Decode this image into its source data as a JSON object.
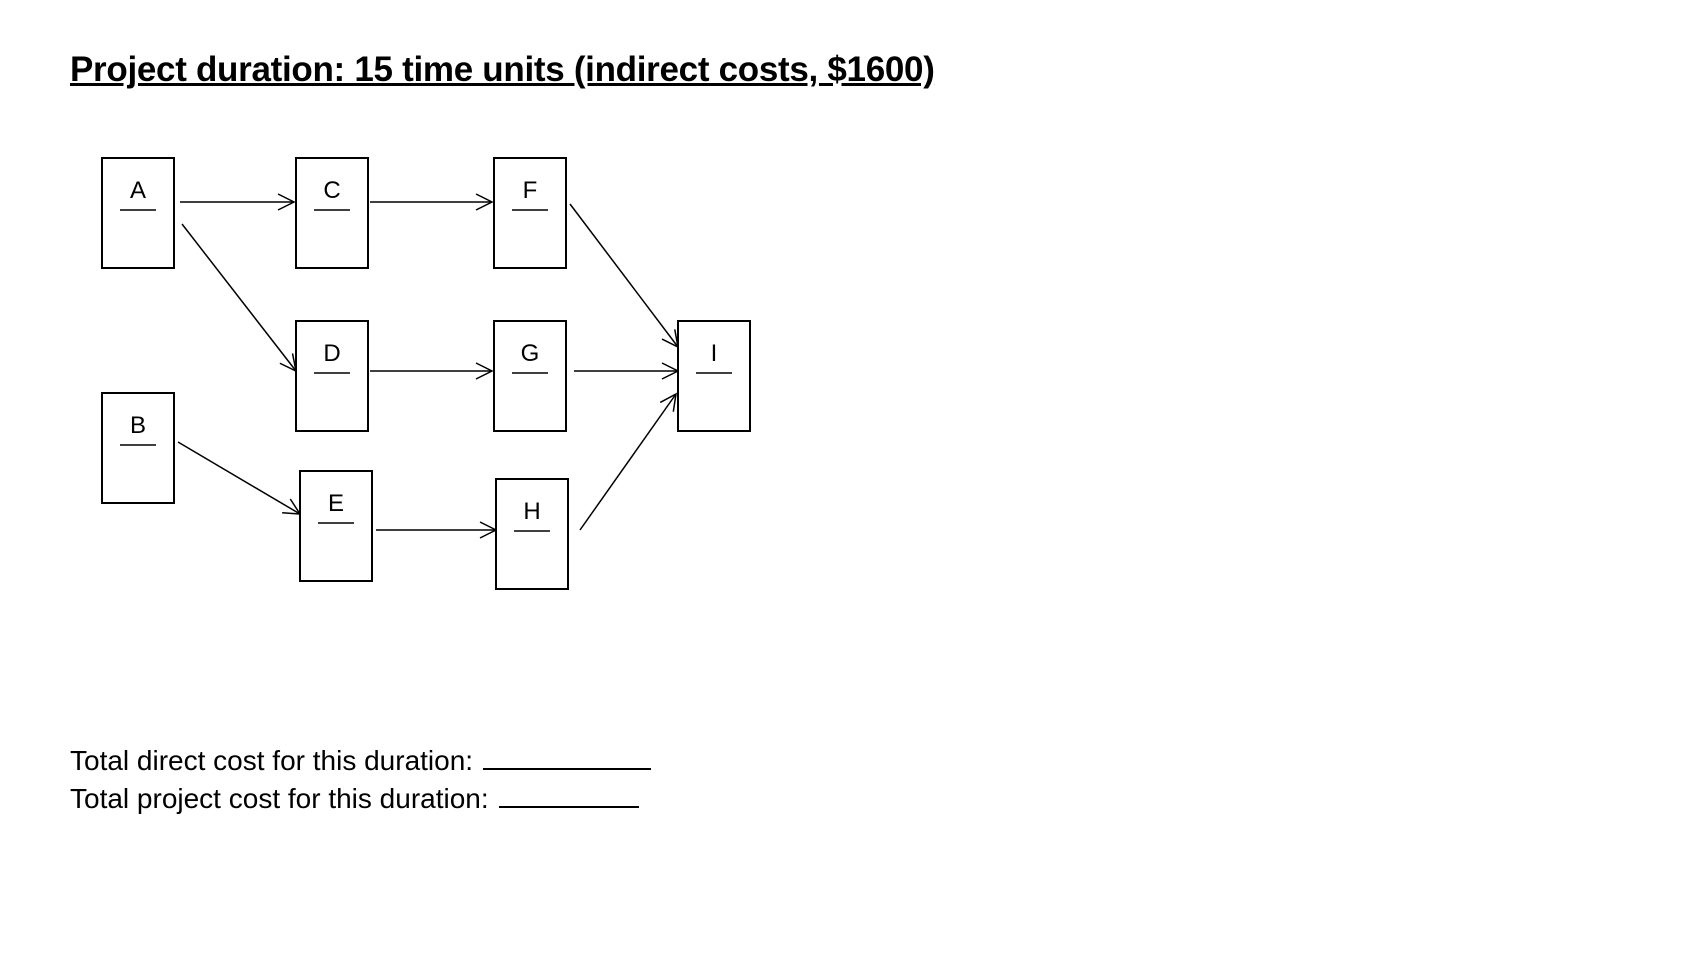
{
  "title": "Project duration: 15 time units (indirect costs, $1600)",
  "diagram": {
    "nodes": [
      {
        "id": "A",
        "label": "A"
      },
      {
        "id": "B",
        "label": "B"
      },
      {
        "id": "C",
        "label": "C"
      },
      {
        "id": "D",
        "label": "D"
      },
      {
        "id": "E",
        "label": "E"
      },
      {
        "id": "F",
        "label": "F"
      },
      {
        "id": "G",
        "label": "G"
      },
      {
        "id": "H",
        "label": "H"
      },
      {
        "id": "I",
        "label": "I"
      }
    ],
    "edges": [
      {
        "from": "A",
        "to": "C"
      },
      {
        "from": "A",
        "to": "D"
      },
      {
        "from": "B",
        "to": "E"
      },
      {
        "from": "C",
        "to": "F"
      },
      {
        "from": "D",
        "to": "G"
      },
      {
        "from": "E",
        "to": "H"
      },
      {
        "from": "F",
        "to": "I"
      },
      {
        "from": "G",
        "to": "I"
      },
      {
        "from": "H",
        "to": "I"
      }
    ]
  },
  "costs": {
    "direct_label": "Total direct cost for this duration:",
    "project_label": "Total project cost for this duration:"
  }
}
